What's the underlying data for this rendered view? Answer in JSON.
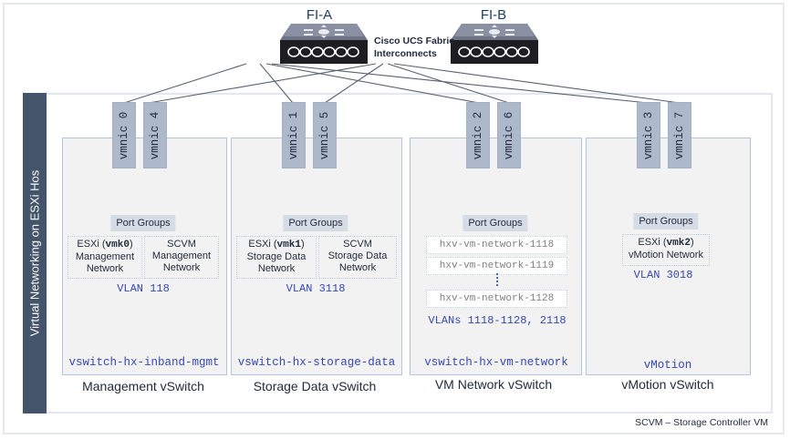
{
  "fabric": {
    "fi_a": "FI-A",
    "fi_b": "FI-B",
    "caption_line1": "Cisco UCS Fabric",
    "caption_line2": "Interconnects",
    "device_icon": "switch-icon"
  },
  "host": {
    "label": "Virtual Networking on ESXi Hos"
  },
  "vswitches": [
    {
      "label": "Management vSwitch",
      "name": "vswitch-hx-inband-mgmt",
      "vmnics": [
        "vmnic 0",
        "vmnic 4"
      ],
      "port_groups_title": "Port Groups",
      "port_groups": [
        {
          "prefix": "ESXi (",
          "vmk": "vmk0",
          "suffix": ")",
          "line2": "Management",
          "line3": "Network"
        },
        {
          "prefix": "SCVM",
          "vmk": "",
          "suffix": "",
          "line2": "Management",
          "line3": "Network"
        }
      ],
      "vlan": "VLAN 118"
    },
    {
      "label": "Storage Data vSwitch",
      "name": "vswitch-hx-storage-data",
      "vmnics": [
        "vmnic 1",
        "vmnic 5"
      ],
      "port_groups_title": "Port Groups",
      "port_groups": [
        {
          "prefix": "ESXi (",
          "vmk": "vmk1",
          "suffix": ")",
          "line2": "Storage Data",
          "line3": "Network"
        },
        {
          "prefix": "SCVM",
          "vmk": "",
          "suffix": "",
          "line2": "Storage Data",
          "line3": "Network"
        }
      ],
      "vlan": "VLAN 3118"
    },
    {
      "label": "VM Network vSwitch",
      "name": "vswitch-hx-vm-network",
      "vmnics": [
        "vmnic 2",
        "vmnic 6"
      ],
      "port_groups_title": "Port Groups",
      "port_groups": [
        "hxv-vm-network-1118",
        "hxv-vm-network-1119",
        "hxv-vm-network-1128"
      ],
      "vlan": "VLANs 1118-1128, 2118"
    },
    {
      "label": "vMotion vSwitch",
      "name": "vMotion",
      "vmnics": [
        "vmnic 3",
        "vmnic 7"
      ],
      "port_groups_title": "Port Groups",
      "port_groups": [
        {
          "prefix": "ESXi (",
          "vmk": "vmk2",
          "suffix": ")",
          "line2": "vMotion Network"
        }
      ],
      "vlan": "VLAN 3018"
    }
  ],
  "footnote": "SCVM – Storage Controller VM",
  "colors": {
    "host_sidebar": "#44546a",
    "vmnic": "#adb9ca",
    "vlan_text": "#3548b4",
    "port_group_title_bg": "#d6dce5",
    "vswitch_bg": "#f2f2f2"
  }
}
